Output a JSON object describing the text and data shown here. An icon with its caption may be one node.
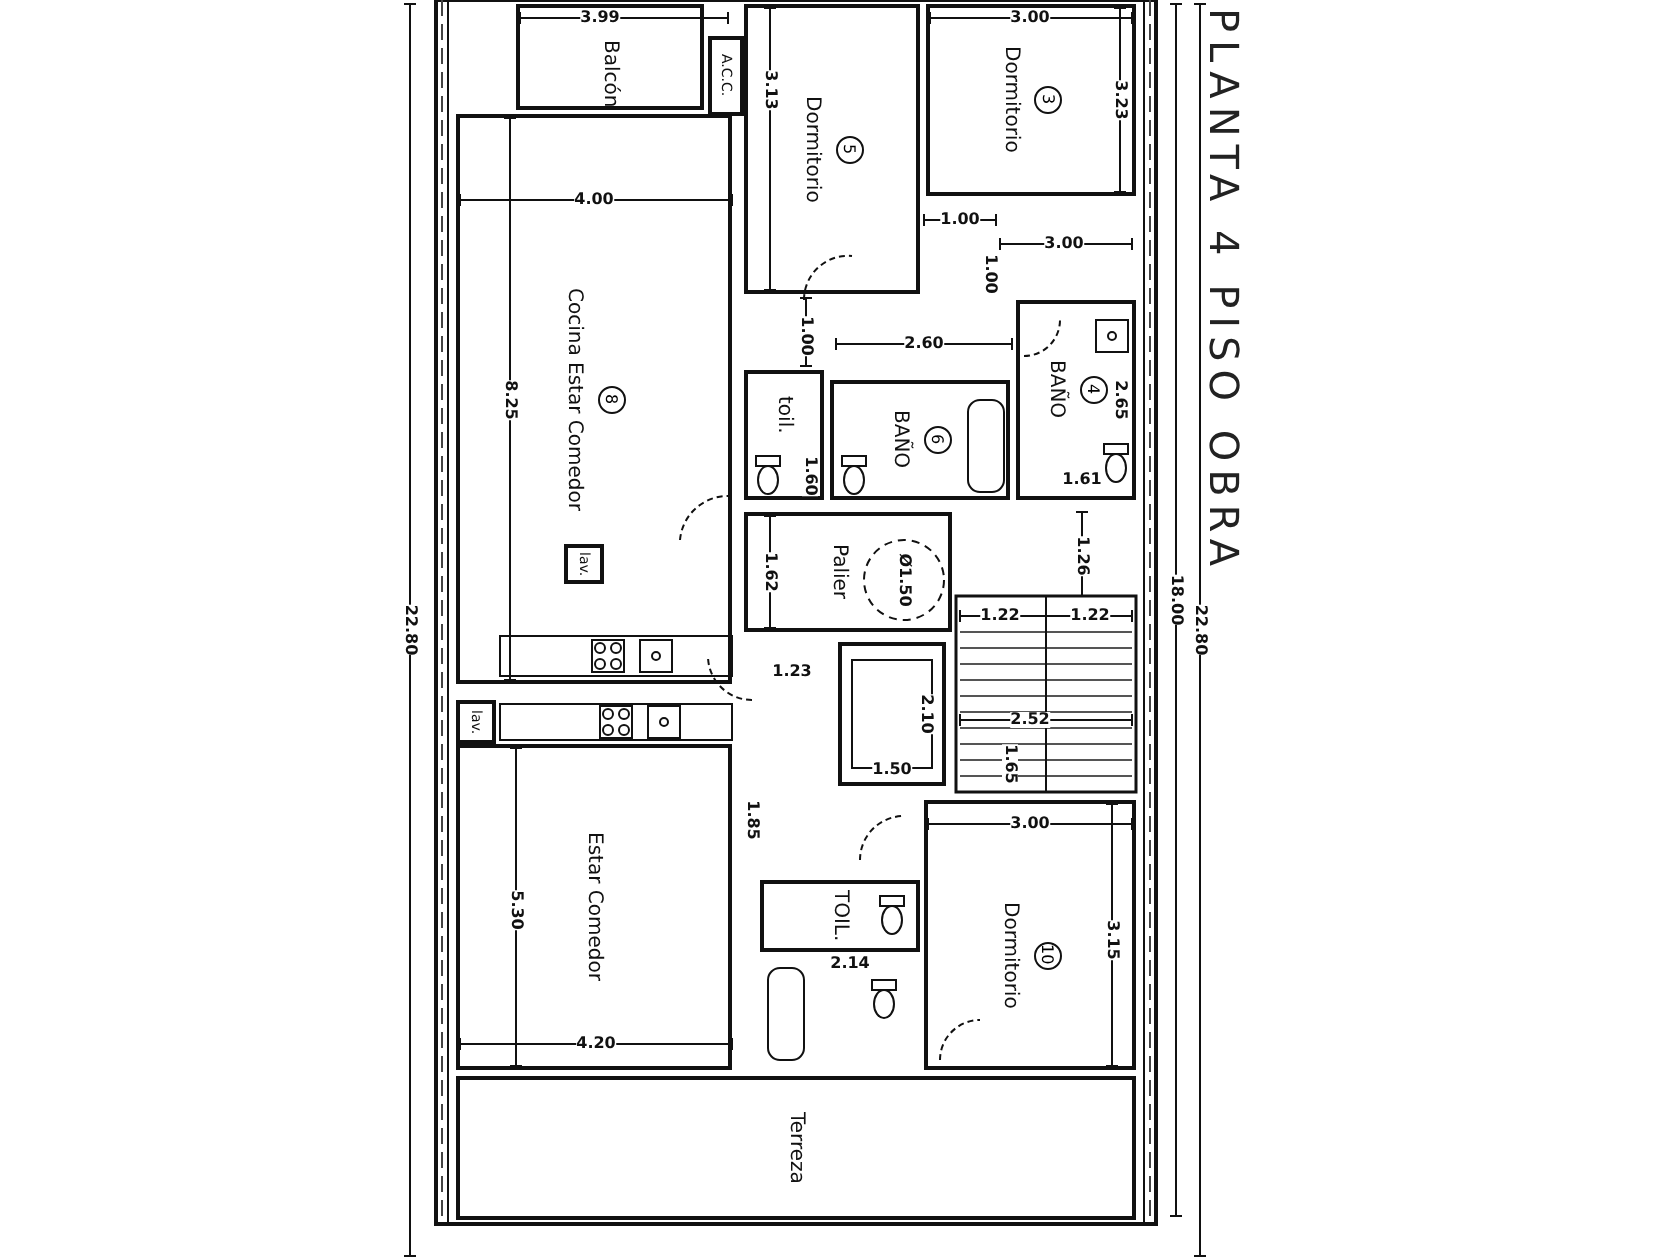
{
  "diagram": {
    "title": "PLANTA 4 PISO OBRA",
    "nodes": [
      {
        "text": [
          "Balcón"
        ]
      },
      {
        "text": [
          "Dormitorio",
          "5"
        ]
      },
      {
        "text": [
          "Dormitorio",
          "3"
        ]
      },
      {
        "text": [
          "Cocina Estar Comedor",
          "8"
        ]
      },
      {
        "text": [
          "toil."
        ]
      },
      {
        "text": [
          "BAÑO",
          "6"
        ]
      },
      {
        "text": [
          "BAÑO",
          "4"
        ]
      },
      {
        "text": [
          "Palier"
        ]
      },
      {
        "text": [
          "Estar Comedor"
        ]
      },
      {
        "text": [
          "TOIL."
        ]
      },
      {
        "text": [
          "Dormitorio",
          "10"
        ]
      },
      {
        "text": [
          "Terreza"
        ]
      },
      {
        "text": [
          "lav."
        ],
        "in": 3
      },
      {
        "text": [
          "lav."
        ]
      },
      {
        "text": [
          "A.C.C."
        ]
      }
    ],
    "edges": [],
    "labels": [
      "3.99",
      "3.00",
      "3.13",
      "3.23",
      "1.00",
      "3.00",
      "4.00",
      "1.00",
      "8.25",
      "1.00",
      "2.60",
      "1.60",
      "2.65",
      "1.61",
      "1.26",
      "1.62",
      "Ø1.50",
      "1.22",
      "1.22",
      "18.00",
      "1.23",
      "2.10",
      "2.52",
      "1.65",
      "1.50",
      "22.80",
      "22.80",
      "1.85",
      "5.30",
      "2.14",
      "3.00",
      "3.15",
      "4.20"
    ]
  }
}
